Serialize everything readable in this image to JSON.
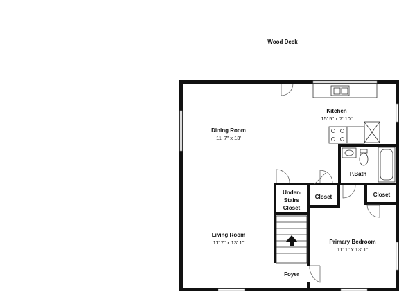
{
  "plan": {
    "exterior_label": "Wood Deck",
    "rooms": {
      "dining": {
        "name": "Dining Room",
        "dims": "11' 7\" x 13'"
      },
      "kitchen": {
        "name": "Kitchen",
        "dims": "15' 5\" x 7' 10\""
      },
      "pbath": {
        "name": "P.Bath"
      },
      "under_stairs": {
        "name_line1": "Under-",
        "name_line2": "Stairs",
        "name_line3": "Closet"
      },
      "closet_center": {
        "name": "Closet"
      },
      "closet_right": {
        "name": "Closet"
      },
      "living": {
        "name": "Living Room",
        "dims": "11' 7\" x 13' 1\""
      },
      "primary": {
        "name": "Primary Bedroom",
        "dims": "11' 1\" x 13' 1\""
      },
      "foyer": {
        "name": "Foyer"
      }
    },
    "colors": {
      "wall": "#111111",
      "fixture_line": "#333333",
      "window": "#888888"
    }
  }
}
